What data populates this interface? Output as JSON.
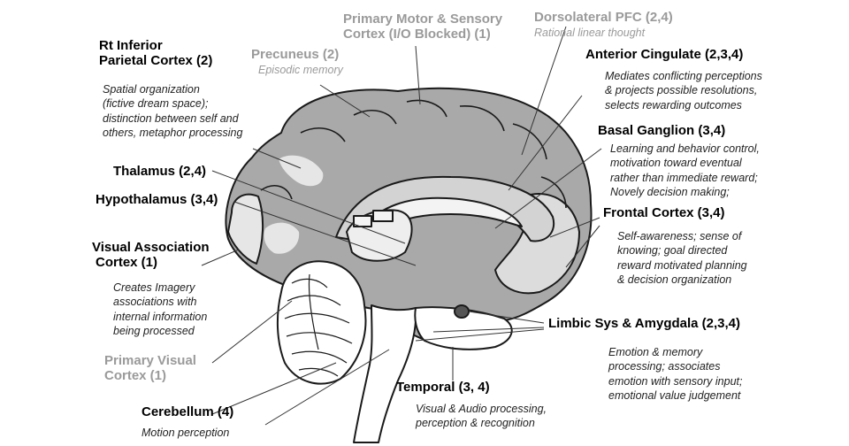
{
  "labels": {
    "motor": {
      "title": [
        "Primary Motor & Sensory",
        "Cortex (I/O Blocked)  (1)"
      ]
    },
    "dlpfc": {
      "title": "Dorsolateral PFC  (2,4)",
      "desc": "Rational linear thought"
    },
    "parietal": {
      "title": [
        "Rt Inferior",
        "Parietal Cortex    (2)"
      ],
      "desc": [
        "Spatial organization",
        "(fictive dream space);",
        "distinction between self and",
        "others, metaphor processing"
      ]
    },
    "precuneus": {
      "title": "Precuneus  (2)",
      "desc": "Episodic memory"
    },
    "cingulate": {
      "title": "Anterior Cingulate (2,3,4)",
      "desc": [
        "Mediates conflicting perceptions",
        "& projects possible resolutions,",
        "selects rewarding outcomes"
      ]
    },
    "basal": {
      "title": "Basal Ganglion (3,4)",
      "desc": [
        "Learning  and behavior control,",
        "motivation toward eventual",
        "rather than immediate reward;",
        "Novely decision making;"
      ]
    },
    "thalamus": {
      "title": "Thalamus (2,4)"
    },
    "hypothalamus": {
      "title": "Hypothalamus  (3,4)"
    },
    "frontal": {
      "title": "Frontal Cortex  (3,4)",
      "desc": [
        "Self-awareness; sense of",
        "knowing; goal directed",
        "reward motivated planning",
        "& decision  organization"
      ]
    },
    "visual_assoc": {
      "title": [
        "Visual Association",
        "Cortex  (1)"
      ],
      "desc": [
        "Creates Imagery",
        "associations  with",
        "internal information",
        "being processed"
      ]
    },
    "limbic": {
      "title": "Limbic Sys & Amygdala (2,3,4)",
      "desc": [
        "Emotion & memory",
        "processing; associates",
        "emotion with sensory input;",
        "emotional value judgement"
      ]
    },
    "primary_visual": {
      "title": [
        "Primary Visual",
        "Cortex (1)"
      ]
    },
    "temporal": {
      "title": "Temporal (3, 4)",
      "desc": [
        "Visual & Audio processing,",
        "perception & recognition"
      ]
    },
    "cerebellum": {
      "title": "Cerebellum  (4)",
      "desc": "Motion perception"
    }
  },
  "colors": {
    "cortex": "#a9a9a9",
    "highlight": "#e6e6e6",
    "outline": "#1a1a1a",
    "grey_text": "#9a9a9a"
  }
}
